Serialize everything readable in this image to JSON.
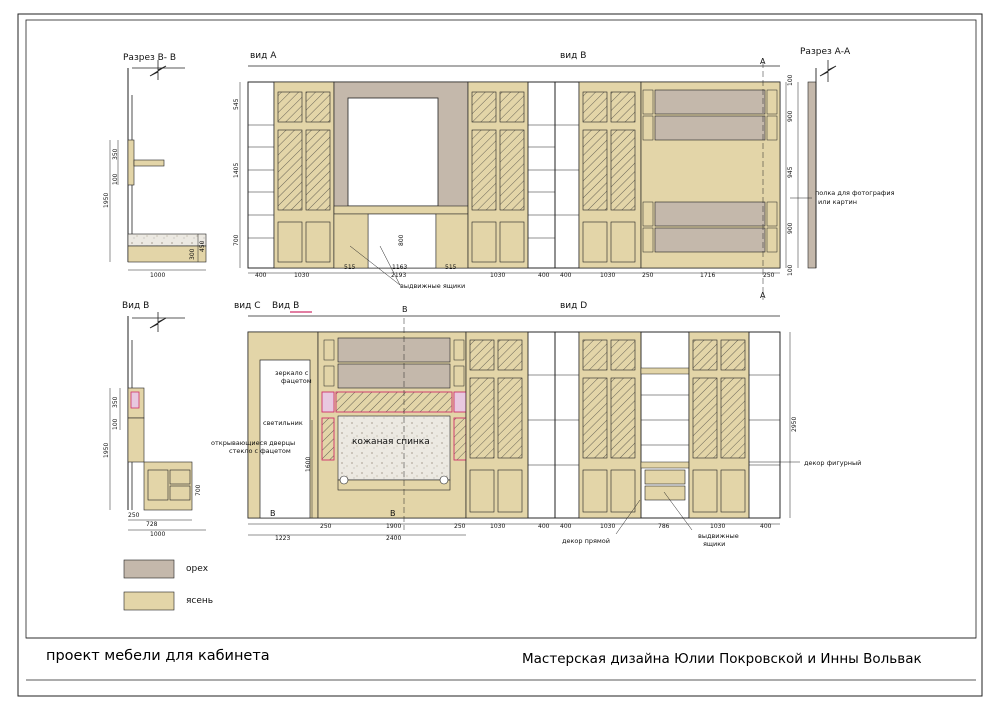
{
  "views": {
    "section_b": "Разрез В- В",
    "view_a": "вид А",
    "view_v_top": "вид В",
    "section_a": "Разрез А-А",
    "view_b_left": "Вид В",
    "view_c": "вид С",
    "view_b_c": "Вид В",
    "view_d": "вид D"
  },
  "marks": {
    "a_top": "А",
    "a_bottom": "А",
    "b_top": "В",
    "b_bottom": "В",
    "b_left_bottom": "В"
  },
  "annotations": {
    "shelf_photo_1": "полка для фотография",
    "shelf_photo_2": "или картин",
    "drawers_a": "выдвижные ящики",
    "mirror_1": "зеркало с",
    "mirror_2": "фацетом",
    "lamp": "светильник",
    "doors_1": "открывающиеся дверцы",
    "doors_2": "стекло с фацетом",
    "headboard": "кожаная спинка",
    "decor_fig": "декор фигурный",
    "decor_straight": "декор прямой",
    "drawers_d_1": "выдвижные",
    "drawers_d_2": "ящики"
  },
  "dims": {
    "sb_1950": "1950",
    "sb_350": "350",
    "sb_100": "100",
    "sb_300": "300",
    "sb_450": "450",
    "sb_1000": "1000",
    "a_545": "545",
    "a_1405": "1405",
    "a_700": "700",
    "a_800": "800",
    "a_400l": "400",
    "a_1030l": "1030",
    "a_515l": "515",
    "a_1163": "1163",
    "a_515r": "515",
    "a_2193": "2193",
    "a_1030r": "1030",
    "a_400r": "400",
    "v_400": "400",
    "v_1030": "1030",
    "v_250l": "250",
    "v_1716": "1716",
    "v_250r": "250",
    "v_100t": "100",
    "v_900t": "900",
    "v_945": "945",
    "v_900b": "900",
    "v_100b": "100",
    "lb_350": "350",
    "lb_100": "100",
    "lb_1950": "1950",
    "lb_700": "700",
    "lb_250": "250",
    "lb_728": "728",
    "lb_1000": "1000",
    "c_1600": "1600",
    "c_1223": "1223",
    "c_250l": "250",
    "c_1900": "1900",
    "c_250r": "250",
    "c_2400": "2400",
    "c_1030": "1030",
    "c_400": "400",
    "d_400l": "400",
    "d_1030l": "1030",
    "d_786": "786",
    "d_1030r": "1030",
    "d_400r": "400",
    "d_2950": "2950"
  },
  "legend": [
    {
      "label": "орех",
      "color": "#c9bdb0"
    },
    {
      "label": "ясень",
      "color": "#e3d5a8"
    }
  ],
  "colors": {
    "ash": "#e3d5a8",
    "walnut": "#c9bdb0",
    "marble": "#ece9e2",
    "accent": "#d0306a"
  },
  "title_block": {
    "project": "проект мебели для кабинета",
    "studio": "Мастерская дизайна Юлии Покровской и Инны Вольвак"
  }
}
